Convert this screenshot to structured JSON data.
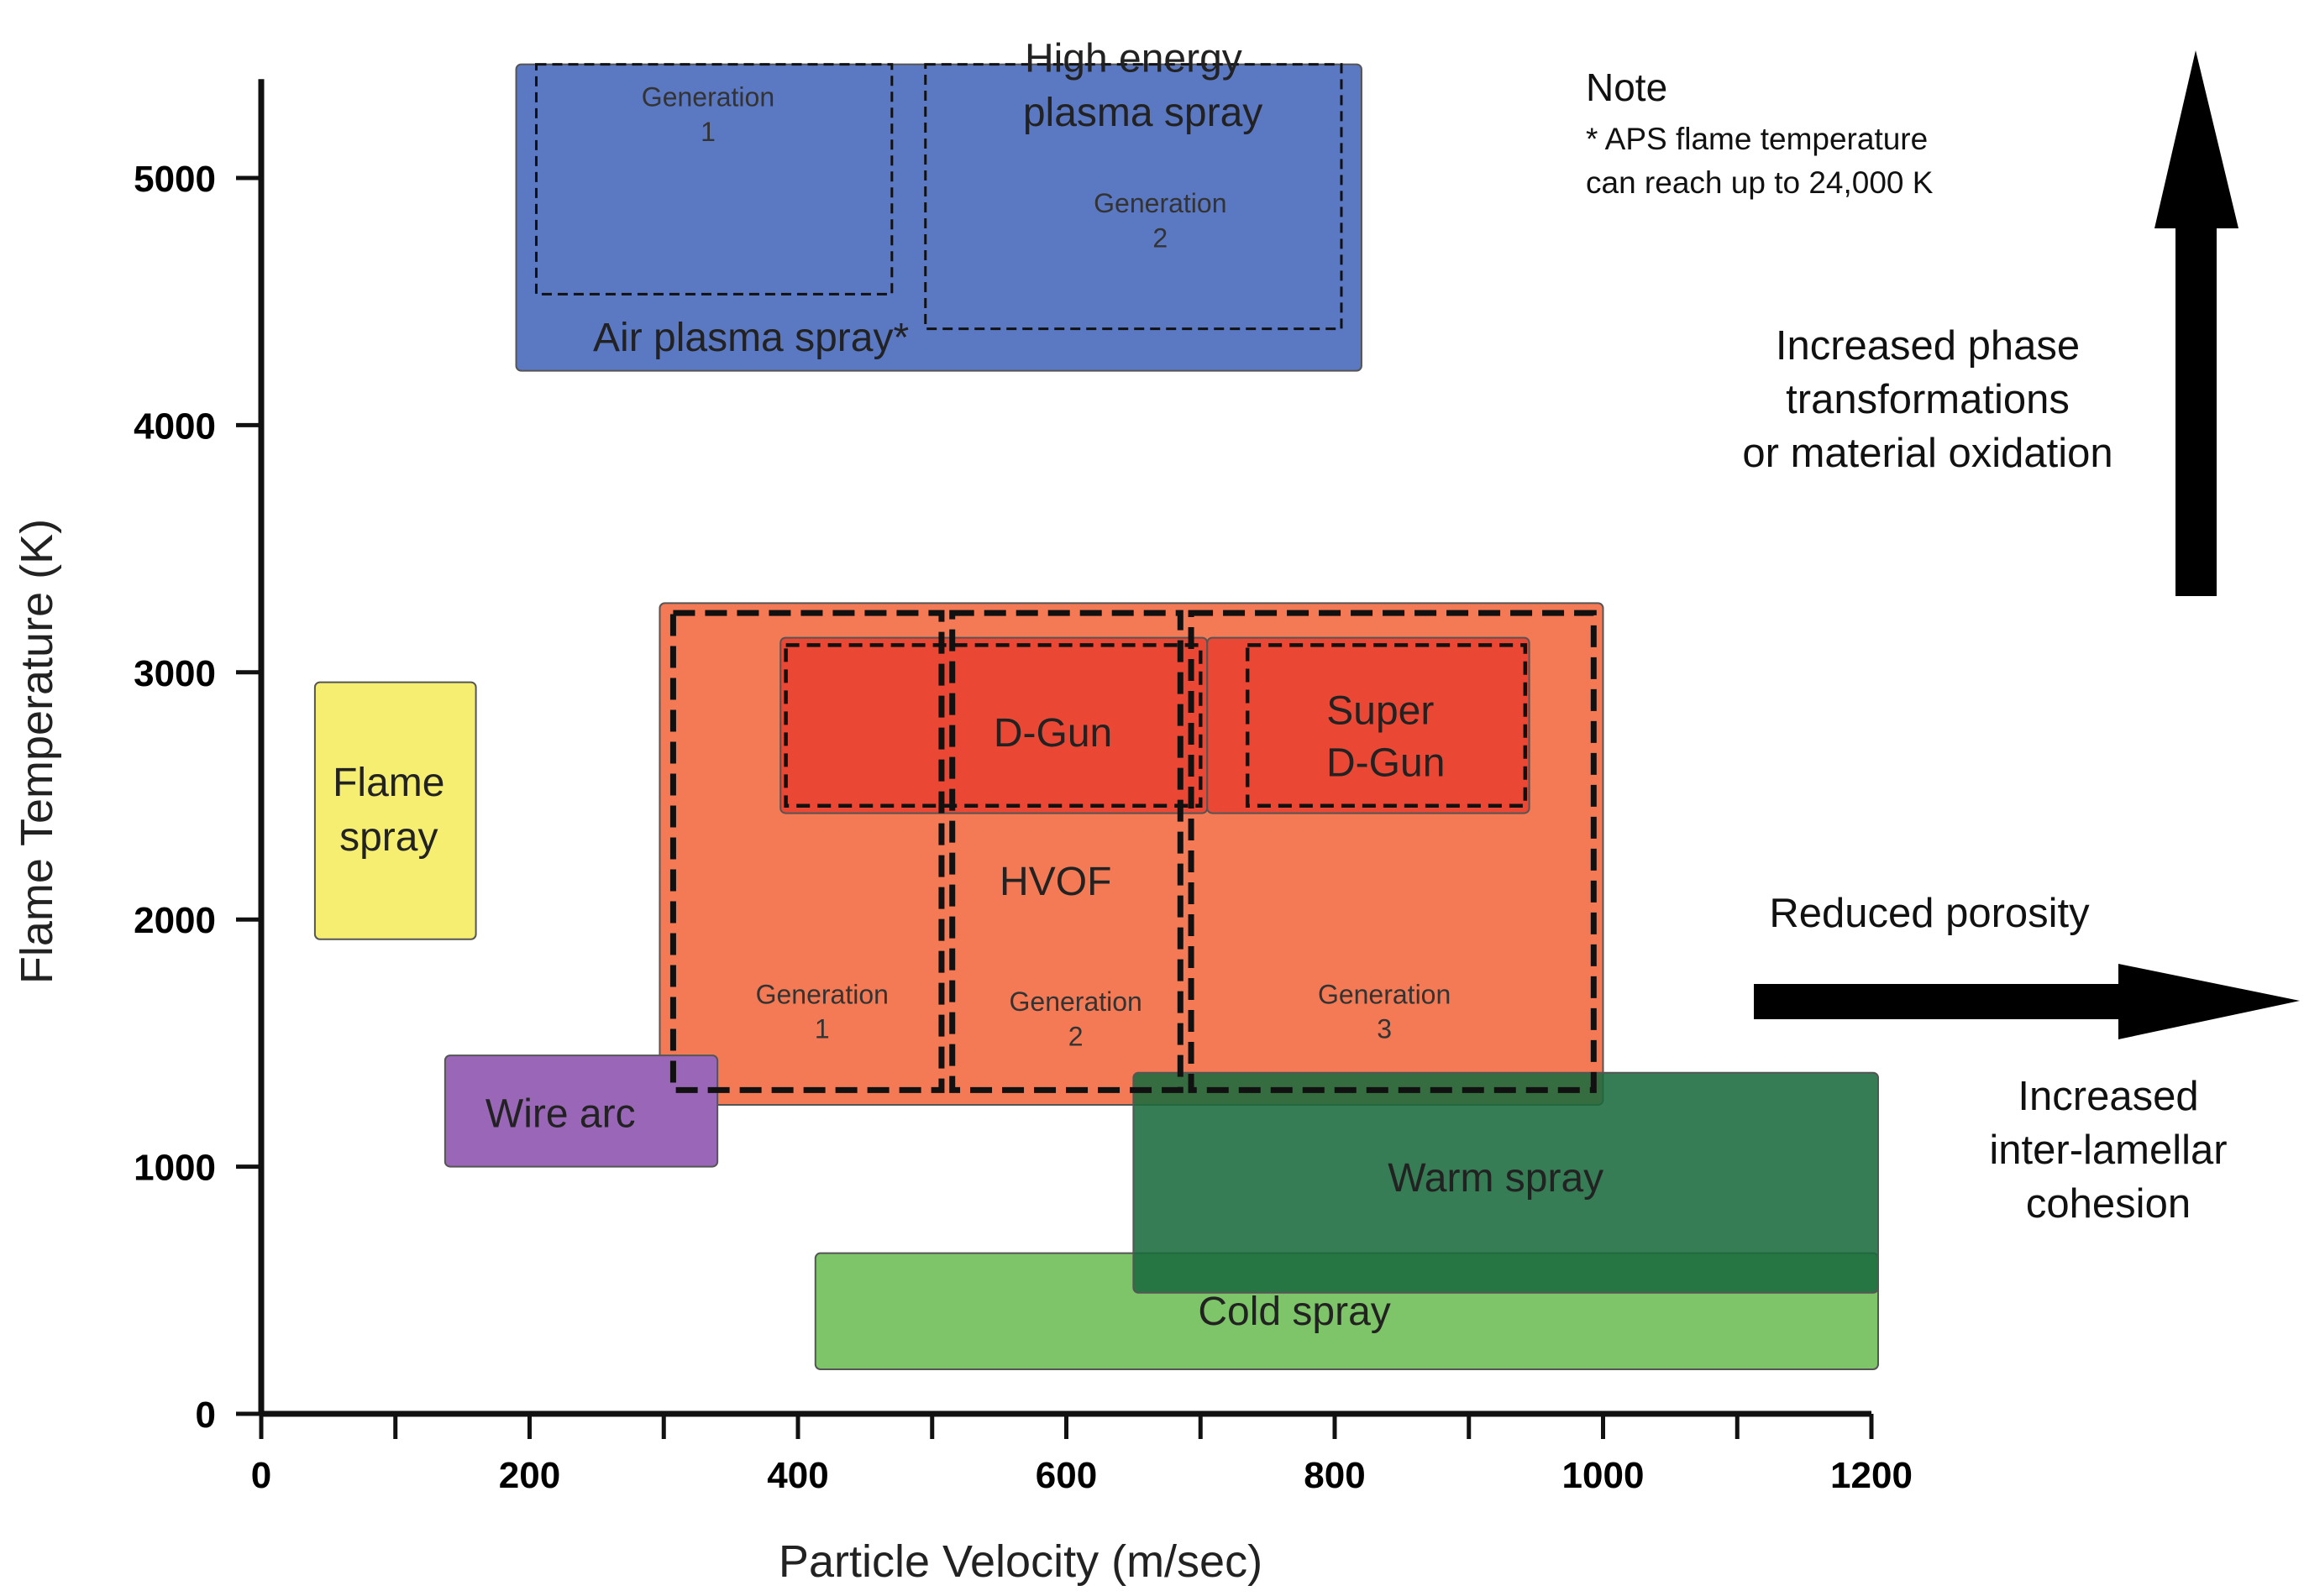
{
  "chart_data": {
    "type": "area",
    "xlabel": "Particle Velocity (m/sec)",
    "ylabel": "Flame Temperature (K)",
    "xlim": [
      0,
      1200
    ],
    "ylim": [
      0,
      5400
    ],
    "x_ticks": [
      0,
      200,
      400,
      600,
      800,
      1000,
      1200
    ],
    "y_ticks": [
      0,
      1000,
      2000,
      3000,
      4000,
      5000
    ],
    "x_tick_labels": [
      "0",
      "200",
      "400",
      "600",
      "800",
      "1000",
      "1200"
    ],
    "y_tick_labels": [
      "0",
      "1000",
      "2000",
      "3000",
      "4000",
      "5000"
    ],
    "regions": [
      {
        "id": "aps",
        "lines": [
          "Air plasma spray*"
        ],
        "x": [
          190,
          820
        ],
        "y": [
          4220,
          5460
        ],
        "color": "#5b78c2",
        "opacity": 1
      },
      {
        "id": "aps-gen1",
        "lines": [
          "Generation",
          "1"
        ],
        "x": [
          205,
          470
        ],
        "y": [
          4530,
          5460
        ],
        "dashed": true,
        "style": "thin"
      },
      {
        "id": "aps-gen2",
        "lines": [
          "Generation",
          "2"
        ],
        "x": [
          495,
          805
        ],
        "y": [
          4390,
          5460
        ],
        "dashed": true,
        "style": "thin"
      },
      {
        "id": "hvof",
        "lines": [
          "HVOF"
        ],
        "x": [
          297,
          1000
        ],
        "y": [
          1250,
          3280
        ],
        "color": "#f37a55",
        "opacity": 1
      },
      {
        "id": "dgun",
        "lines": [
          "D-Gun"
        ],
        "x": [
          387,
          705
        ],
        "y": [
          2430,
          3140
        ],
        "color": "#e8402f",
        "opacity": 0.85
      },
      {
        "id": "superdgun",
        "lines": [
          "Super",
          "D-Gun"
        ],
        "x": [
          705,
          945
        ],
        "y": [
          2430,
          3140
        ],
        "color": "#e8402f",
        "opacity": 0.85
      },
      {
        "id": "hvof-gen1",
        "lines": [
          "Generation",
          "1"
        ],
        "x": [
          307,
          507
        ],
        "y": [
          1310,
          3240
        ],
        "dashed": true,
        "style": "thick"
      },
      {
        "id": "hvof-gen2",
        "lines": [
          "Generation",
          "2"
        ],
        "x": [
          515,
          685
        ],
        "y": [
          1310,
          3240
        ],
        "dashed": true,
        "style": "thick"
      },
      {
        "id": "hvof-gen3",
        "lines": [
          "Generation",
          "3"
        ],
        "x": [
          693,
          993
        ],
        "y": [
          1310,
          3240
        ],
        "dashed": true,
        "style": "thick"
      },
      {
        "id": "dgun-dash",
        "x": [
          391,
          700
        ],
        "y": [
          2460,
          3110
        ],
        "dashed": true,
        "style": "medium"
      },
      {
        "id": "superdgun-dash",
        "x": [
          735,
          942
        ],
        "y": [
          2460,
          3110
        ],
        "dashed": true,
        "style": "medium"
      },
      {
        "id": "flame",
        "lines": [
          "Flame",
          "spray"
        ],
        "x": [
          40,
          160
        ],
        "y": [
          1920,
          2960
        ],
        "color": "#f6ee70",
        "opacity": 1
      },
      {
        "id": "wirearc",
        "lines": [
          "Wire arc"
        ],
        "x": [
          137,
          340
        ],
        "y": [
          1000,
          1450
        ],
        "color": "#9a67b8",
        "opacity": 1
      },
      {
        "id": "cold",
        "lines": [
          "Cold spray"
        ],
        "x": [
          413,
          1205
        ],
        "y": [
          180,
          650
        ],
        "color": "#7ec468",
        "opacity": 1
      },
      {
        "id": "warm",
        "lines": [
          "Warm spray"
        ],
        "x": [
          650,
          1205
        ],
        "y": [
          490,
          1380
        ],
        "color": "#1a6b3e",
        "opacity": 0.88
      }
    ],
    "high_energy_label": [
      "High energy",
      "plasma spray"
    ],
    "note": {
      "title": "Note",
      "lines": [
        "* APS flame temperature",
        "can reach up to 24,000 K"
      ]
    },
    "annotations": {
      "up_arrow_text": [
        "Increased phase",
        "transformations",
        "or material oxidation"
      ],
      "right_arrow_top": "Reduced porosity",
      "right_arrow_bottom": [
        "Increased",
        "inter-lamellar",
        "cohesion"
      ]
    }
  }
}
